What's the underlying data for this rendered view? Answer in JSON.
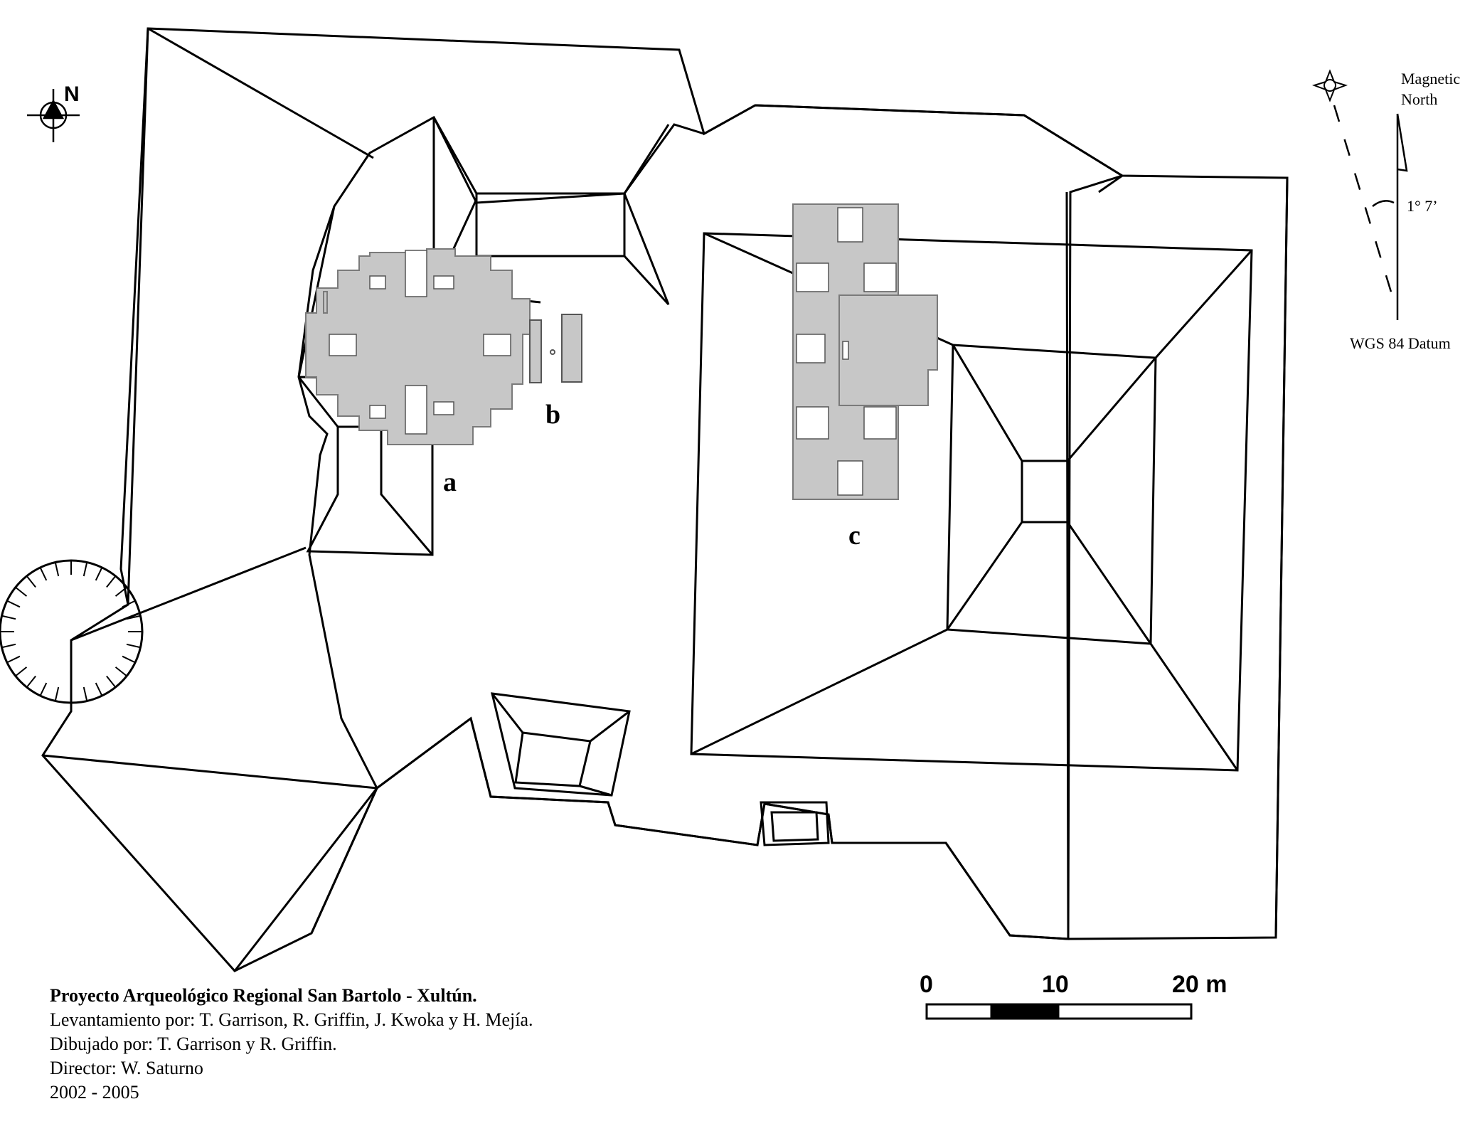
{
  "map": {
    "north_symbol": "N",
    "feature_labels": [
      "a",
      "b",
      "c"
    ],
    "magnetic": {
      "magnetic_label_line1": "Magnetic",
      "magnetic_label_line2": "North",
      "declination": "1° 7’",
      "datum": "WGS 84 Datum"
    },
    "scale_bar": {
      "labels": [
        "0",
        "10",
        "20 m"
      ]
    },
    "icons": [
      "north-arrow-icon",
      "magnetic-star-icon"
    ],
    "colors": {
      "outline": "#000000",
      "structure_fill": "#c7c7c7",
      "background": "#ffffff"
    }
  },
  "credits": {
    "title": "Proyecto Arqueológico Regional San Bartolo - Xultún.",
    "survey": "Levantamiento por: T. Garrison, R. Griffin, J. Kwoka y H. Mejía.",
    "drawn": "Dibujado por: T. Garrison y R. Griffin.",
    "director": "Director: W. Saturno",
    "years": "2002 - 2005"
  }
}
